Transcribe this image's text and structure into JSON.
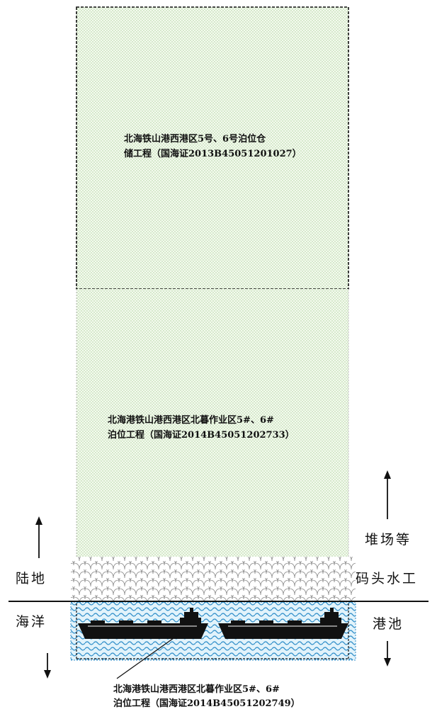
{
  "areas": {
    "storage": {
      "line1": "北海铁山港西港区5号、6号泊位仓",
      "line2": "储工程（国海证2013B45051201027）"
    },
    "berth_land": {
      "line1": "北海港铁山港西港区北暮作业区5#、6#",
      "line2": "泊位工程（国海证2014B45051202733）"
    },
    "berth_sea": {
      "line1": "北海港铁山港西港区北暮作业区5#、6#",
      "line2": "泊位工程（国海证2014B45051202749）"
    }
  },
  "side_labels": {
    "land": "陆地",
    "sea": "海洋",
    "yard": "堆场等",
    "wharf": "码头水工",
    "basin": "港池"
  },
  "colors": {
    "dot_fill": "#a8cf96",
    "wave_blue": "#2f8ec9",
    "water_background": "#e2f3fb",
    "ship": "#111111"
  },
  "icons": [
    "arrow-up-icon",
    "arrow-down-icon",
    "ship-icon"
  ]
}
